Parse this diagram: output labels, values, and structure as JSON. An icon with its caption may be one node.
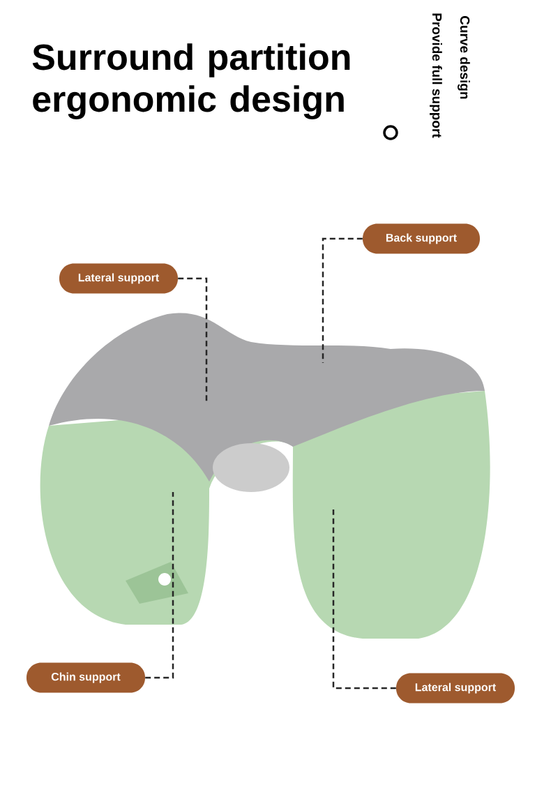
{
  "diagram": {
    "title": "Surround partition ergonomic design",
    "nodes": [
      {
        "text": [
          "Back support"
        ]
      },
      {
        "text": [
          "Lateral support"
        ]
      },
      {
        "text": [],
        "shape": "picture"
      },
      {
        "text": [
          "Chin support"
        ]
      },
      {
        "text": [
          "Lateral support"
        ]
      }
    ],
    "edges": [
      {
        "from": 0,
        "to": 2,
        "arrow": "none",
        "style": "dashed"
      },
      {
        "from": 1,
        "to": 2,
        "arrow": "none",
        "style": "dashed"
      },
      {
        "from": 3,
        "to": 2,
        "arrow": "none",
        "style": "dashed"
      },
      {
        "from": 4,
        "to": 2,
        "arrow": "none",
        "style": "dashed"
      }
    ],
    "labels": [
      "Curve design",
      "Provide full support"
    ]
  }
}
